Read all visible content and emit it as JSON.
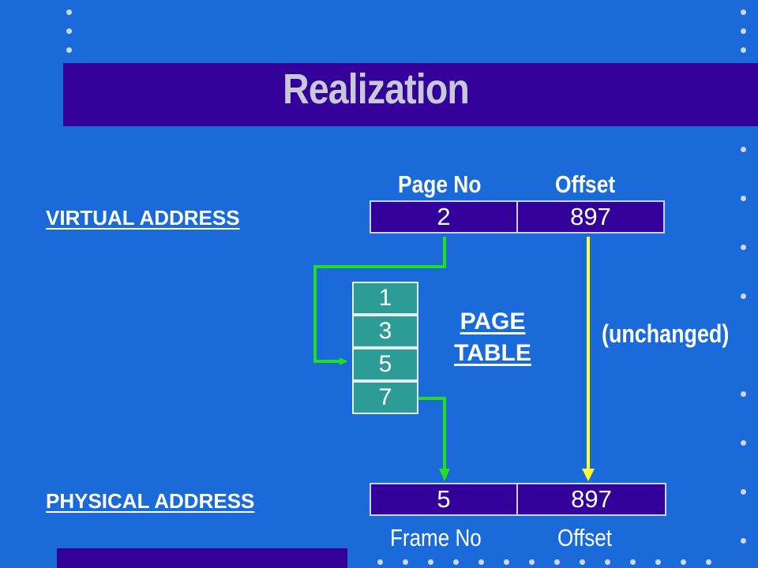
{
  "slide": {
    "title": "Realization"
  },
  "virtual_address": {
    "label": "VIRTUAL ADDRESS",
    "page_no_header": "Page No",
    "offset_header": "Offset",
    "page_no": "2",
    "offset": "897"
  },
  "page_table": {
    "label_line1": "PAGE",
    "label_line2": "TABLE",
    "entries": [
      "1",
      "3",
      "5",
      "7"
    ]
  },
  "physical_address": {
    "label": "PHYSICAL ADDRESS",
    "frame_no": "5",
    "offset": "897",
    "frame_no_footer": "Frame No",
    "offset_footer": "Offset"
  },
  "note": {
    "unchanged": "(unchanged)"
  },
  "colors": {
    "background": "#1a6ad9",
    "title_band": "#330099",
    "table_cell": "#2d9c96",
    "green_arrow": "#22dd22",
    "yellow_arrow": "#ffff33"
  }
}
